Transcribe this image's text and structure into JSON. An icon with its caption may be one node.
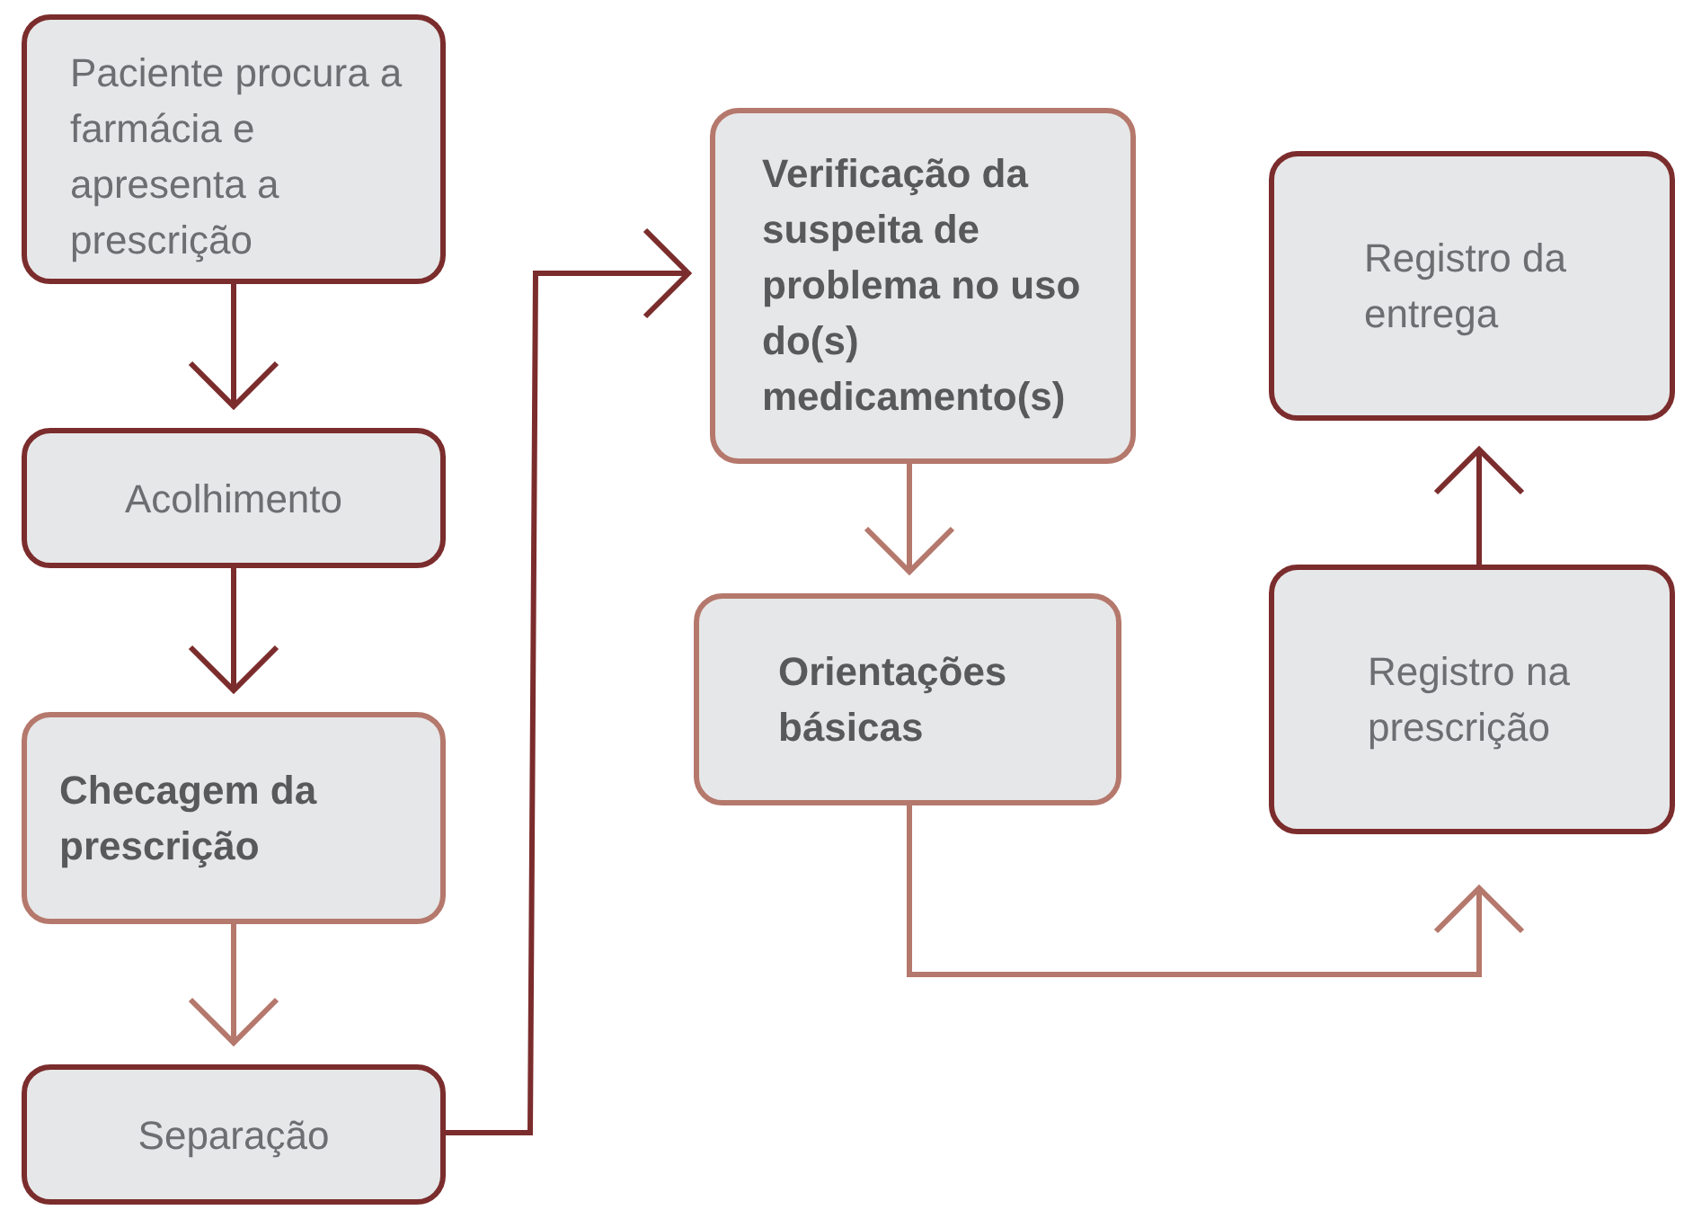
{
  "diagram": {
    "nodes": [
      {
        "text": [
          "Paciente procura a farmácia e apresenta a prescrição"
        ]
      },
      {
        "text": [
          "Acolhimento"
        ]
      },
      {
        "text": [
          "Checagem da prescrição"
        ]
      },
      {
        "text": [
          "Separação"
        ]
      },
      {
        "text": [
          "Verificação da suspeita de problema no uso do(s) medicamento(s)"
        ]
      },
      {
        "text": [
          "Orientações básicas"
        ]
      },
      {
        "text": [
          "Registro na prescrição"
        ]
      },
      {
        "text": [
          "Registro da entrega"
        ]
      }
    ],
    "edges": [
      {
        "from": 0,
        "to": 1,
        "arrow": "to"
      },
      {
        "from": 1,
        "to": 2,
        "arrow": "to"
      },
      {
        "from": 2,
        "to": 3,
        "arrow": "to",
        "color": "#b5786c"
      },
      {
        "from": 3,
        "to": 4,
        "arrow": "to"
      },
      {
        "from": 4,
        "to": 5,
        "arrow": "to",
        "color": "#b5786c"
      },
      {
        "from": 5,
        "to": 6,
        "arrow": "to",
        "color": "#b5786c"
      },
      {
        "from": 6,
        "to": 7,
        "arrow": "to"
      }
    ]
  }
}
